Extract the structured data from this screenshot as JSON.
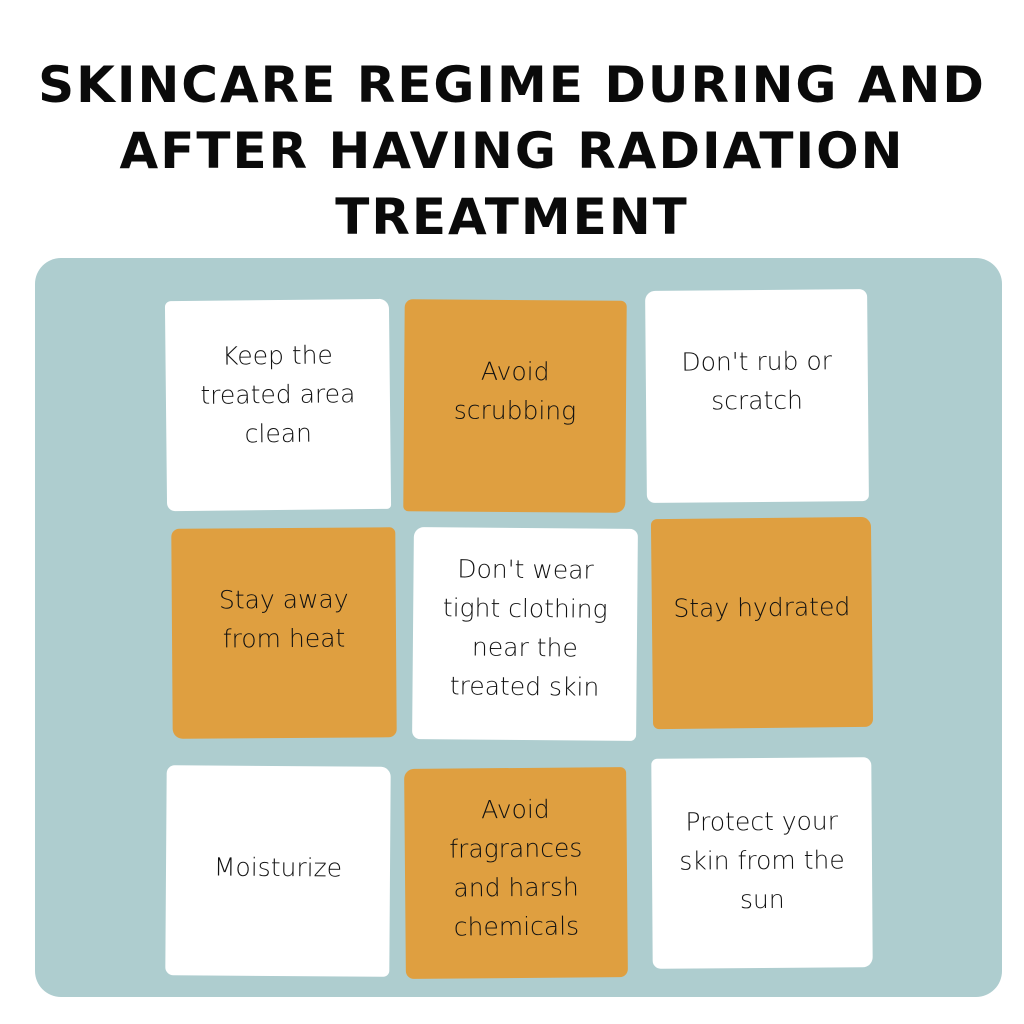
{
  "title": {
    "lines": [
      "Skincare regime during and",
      "after having radiation",
      "treatment"
    ]
  },
  "colors": {
    "panel": "#aecdcf",
    "card_white": "#ffffff",
    "card_orange": "#df9f40",
    "text": "#111111"
  },
  "cards": [
    {
      "text": "Keep the treated area clean",
      "color": "white"
    },
    {
      "text": "Avoid scrubbing",
      "color": "orange"
    },
    {
      "text": "Don't rub or scratch",
      "color": "white"
    },
    {
      "text": "Stay away from heat",
      "color": "orange"
    },
    {
      "text": "Don't wear tight clothing near the treated skin",
      "color": "white"
    },
    {
      "text": "Stay hydrated",
      "color": "orange"
    },
    {
      "text": "Moisturize",
      "color": "white"
    },
    {
      "text": "Avoid fragrances and harsh chemicals",
      "color": "orange"
    },
    {
      "text": "Protect your skin from the sun",
      "color": "white"
    }
  ]
}
